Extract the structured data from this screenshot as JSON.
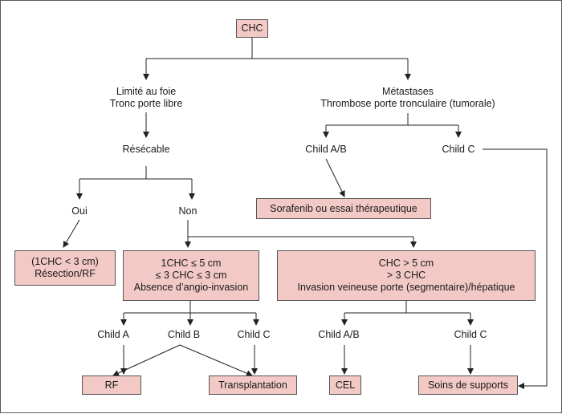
{
  "root": "CHC",
  "left_branch": {
    "line1": "Limité au foie",
    "line2": "Tronc porte libre",
    "resectable": "Résécable",
    "oui": "Oui",
    "non": "Non",
    "box_resection": {
      "line1": "(1CHC < 3 cm)",
      "line2": "Résection/RF"
    },
    "box_small": {
      "line1": "1CHC ≤ 5 cm",
      "line2": "≤ 3 CHC ≤ 3 cm",
      "line3": "Absence d’angio-invasion"
    },
    "box_large": {
      "line1": "CHC > 5 cm",
      "line2": "> 3 CHC",
      "line3": "Invasion veineuse porte (segmentaire)/hépatique"
    },
    "child_a": "Child A",
    "child_b": "Child B",
    "child_c": "Child C",
    "child_ab_2": "Child A/B",
    "child_c_3": "Child C"
  },
  "right_branch": {
    "line1": "Métastases",
    "line2": "Thrombose porte tronculaire (tumorale)",
    "child_ab": "Child A/B",
    "child_c": "Child C",
    "box_sorafenib": "Sorafenib ou essai thérapeutique"
  },
  "outcomes": {
    "rf": "RF",
    "transplantation": "Transplantation",
    "cel": "CEL",
    "soins": "Soins de supports"
  }
}
